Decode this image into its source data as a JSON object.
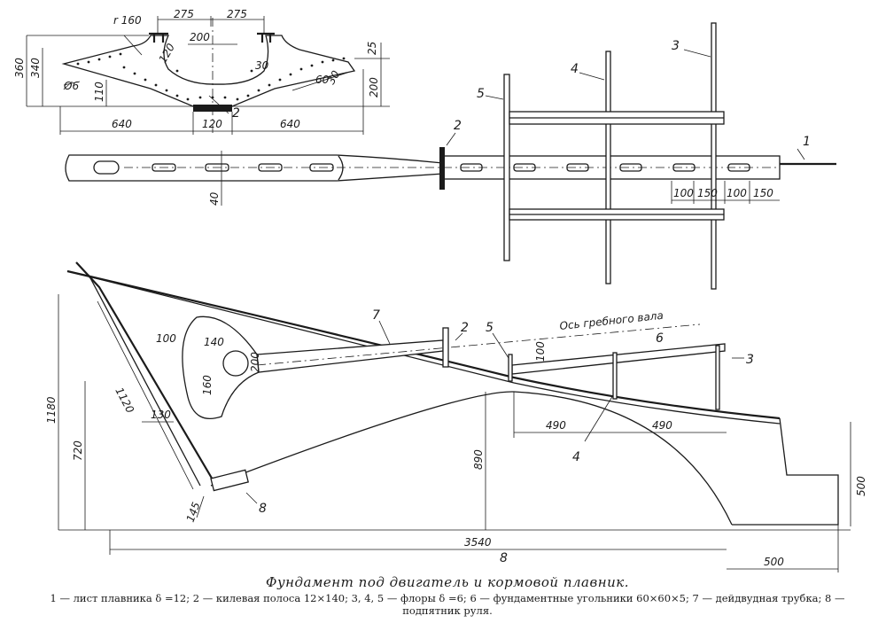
{
  "caption": {
    "title": "Фундамент под двигатель и кормовой плавник.",
    "legend": "1 — лист плавника δ =12; 2 — килевая полоса 12×140; 3, 4, 5 — флоры δ =6; 6 — фундаментные угольники 60×60×5; 7 — дейдвудная трубка; 8 — подпятник руля."
  },
  "section_view": {
    "dims": {
      "r160": "r 160",
      "w275_left": "275",
      "w275_right": "275",
      "d200_top": "200",
      "d120_inner": "120",
      "h360": "360",
      "h340": "340",
      "phi6": "Ø6",
      "h110": "110",
      "d30": "30",
      "d60": "60",
      "d30b": "30",
      "h200_right": "200",
      "d25": "25",
      "w640_left": "640",
      "w120_bottom": "120",
      "w640_right": "640"
    },
    "callout_2": "2"
  },
  "plan_view": {
    "dims": {
      "d40": "40",
      "d100_a": "100",
      "d150_a": "150",
      "d100_b": "100",
      "d150_b": "150"
    },
    "callouts": {
      "c1": "1",
      "c2": "2",
      "c3": "3",
      "c4": "4",
      "c5": "5"
    }
  },
  "side_view": {
    "shaft_axis_label": "Ось гребного вала",
    "dims": {
      "d100": "100",
      "d140": "140",
      "d200": "200",
      "d160": "160",
      "d130": "130",
      "d1120": "1120",
      "h1180": "1180",
      "h720": "720",
      "d145": "145",
      "h890": "890",
      "d100_floor": "100",
      "d490_a": "490",
      "d490_b": "490",
      "h500": "500",
      "w3540": "3540",
      "w500": "500"
    },
    "callouts": {
      "c2": "2",
      "c3": "3",
      "c4": "4",
      "c5": "5",
      "c6": "6",
      "c7": "7",
      "c8": "8",
      "c8b": "8"
    }
  }
}
